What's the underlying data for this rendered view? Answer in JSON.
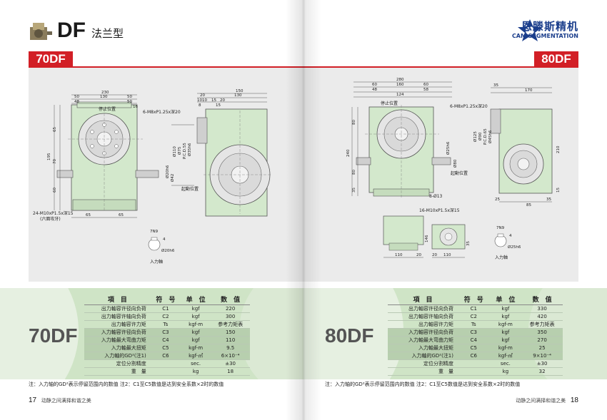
{
  "left": {
    "series_code": "DF",
    "series_name": "法兰型",
    "model": "70DF",
    "page_number": "17",
    "footer_text": "动静之间满择和谐之美",
    "drawing": {
      "dims_top": [
        "230",
        "50",
        "130",
        "50",
        "48",
        "50",
        "16"
      ],
      "dims_side_top": [
        "150",
        "20",
        "130",
        "1010",
        "15",
        "20",
        "8",
        "15"
      ],
      "dims_left": [
        "65",
        "195",
        "70",
        "60"
      ],
      "dims_bottom": [
        "65",
        "65"
      ],
      "dims_vertical": [
        "Ø110",
        "Ø75",
        "P.C.D.55",
        "Ø35h6",
        "Ø20h6",
        "Ø42"
      ],
      "labels": [
        "停止位置",
        "6-M8xP1.25x深20",
        "起動位置",
        "24-M10xP1.5x深15",
        "(六面攻牙)"
      ],
      "shaft": {
        "key": "7N9",
        "dim1": "4",
        "dim2": "Ø20h6",
        "label": "入力軸"
      }
    },
    "table": {
      "headers": [
        "項　目",
        "符　号",
        "单　位",
        "数　值"
      ],
      "rows": [
        {
          "item": "出力軸容许径向负荷",
          "symbol": "C1",
          "unit": "kgf",
          "value": "220",
          "shaded": false
        },
        {
          "item": "出力軸容许轴向负荷",
          "symbol": "C2",
          "unit": "kgf",
          "value": "300",
          "shaded": false
        },
        {
          "item": "出力軸容许力矩",
          "symbol": "Ts",
          "unit": "kgf-m",
          "value": "参考力矩表",
          "shaded": false
        },
        {
          "item": "入力軸容许径向负荷",
          "symbol": "C3",
          "unit": "kgf",
          "value": "150",
          "shaded": true
        },
        {
          "item": "入力軸最大弯曲力矩",
          "symbol": "C4",
          "unit": "kgf",
          "value": "110",
          "shaded": true
        },
        {
          "item": "入力軸最大扭矩",
          "symbol": "C5",
          "unit": "kgf-m",
          "value": "9.5",
          "shaded": true
        },
        {
          "item": "入力軸的GD²(注1)",
          "symbol": "C6",
          "unit": "kgf-㎡",
          "value": "6×10⁻⁴",
          "shaded": true
        },
        {
          "item": "定位分割精度",
          "symbol": "",
          "unit": "sec.",
          "value": "±30",
          "shaded": false
        },
        {
          "item": "重　量",
          "symbol": "",
          "unit": "kg",
          "value": "18",
          "shaded": false
        }
      ]
    },
    "footnote": "注：入力轴的GD²表示停留范围内的数值   注2：C1至C5数值是达到安全系数×2时的数值"
  },
  "right": {
    "brand_cn": "恩滕斯精机",
    "brand_en": "CAM SEGMENTATION",
    "model": "80DF",
    "page_number": "18",
    "footer_text": "动静之间满择和谐之美",
    "drawing": {
      "dims_top": [
        "280",
        "60",
        "160",
        "60",
        "48",
        "124",
        "58"
      ],
      "dims_side_top": [
        "35",
        "170"
      ],
      "dims_left": [
        "80",
        "240",
        "80",
        "35"
      ],
      "dims_bottom": [
        "25",
        "85",
        "35"
      ],
      "dims_vertical": [
        "Ø125",
        "Ø90",
        "P.C.D.65",
        "Ø45h6",
        "Ø25h6",
        "Ø80",
        "210",
        "15"
      ],
      "labels": [
        "停止位置",
        "6-M8xP1.25x深20",
        "起動位置",
        "8-Ø13",
        "16-M10xP1.5x深15"
      ],
      "small_dims": [
        "110",
        "20",
        "110",
        "20",
        "146",
        "35"
      ],
      "shaft": {
        "key": "7N9",
        "dim1": "4",
        "dim2": "Ø25h6",
        "label": "入力軸"
      }
    },
    "table": {
      "headers": [
        "項　目",
        "符　号",
        "单　位",
        "数　值"
      ],
      "rows": [
        {
          "item": "出力軸容许径向负荷",
          "symbol": "C1",
          "unit": "kgf",
          "value": "330",
          "shaded": false
        },
        {
          "item": "出力軸容许轴向负荷",
          "symbol": "C2",
          "unit": "kgf",
          "value": "420",
          "shaded": false
        },
        {
          "item": "出力軸容许力矩",
          "symbol": "Ts",
          "unit": "kgf-m",
          "value": "参考力矩表",
          "shaded": false
        },
        {
          "item": "入力軸容许径向负荷",
          "symbol": "C3",
          "unit": "kgf",
          "value": "350",
          "shaded": true
        },
        {
          "item": "入力軸最大弯曲力矩",
          "symbol": "C4",
          "unit": "kgf",
          "value": "270",
          "shaded": true
        },
        {
          "item": "入力軸最大扭矩",
          "symbol": "C5",
          "unit": "kgf-m",
          "value": "25",
          "shaded": true
        },
        {
          "item": "入力軸的GD²(注1)",
          "symbol": "C6",
          "unit": "kgf-㎡",
          "value": "9×10⁻⁴",
          "shaded": true
        },
        {
          "item": "定位分割精度",
          "symbol": "",
          "unit": "sec.",
          "value": "±30",
          "shaded": false
        },
        {
          "item": "重　量",
          "symbol": "",
          "unit": "kg",
          "value": "32",
          "shaded": false
        }
      ]
    },
    "footnote": "注：入力轴的GD²表示停留范围内的数值   注2：C1至C5数值是达到安全系数×2时的数值"
  },
  "colors": {
    "accent": "#d21f26",
    "body_green": "#cfe4c6",
    "brand_blue": "#1b3e8c"
  }
}
